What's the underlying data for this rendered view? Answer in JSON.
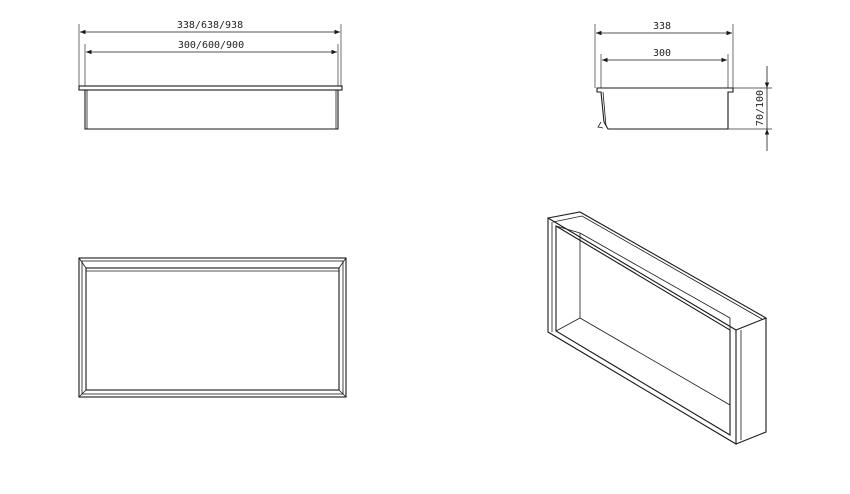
{
  "front_view": {
    "outer_width_label": "338/638/938",
    "inner_width_label": "300/600/900"
  },
  "side_view": {
    "outer_width_label": "338",
    "inner_width_label": "300",
    "depth_label": "70/100"
  }
}
